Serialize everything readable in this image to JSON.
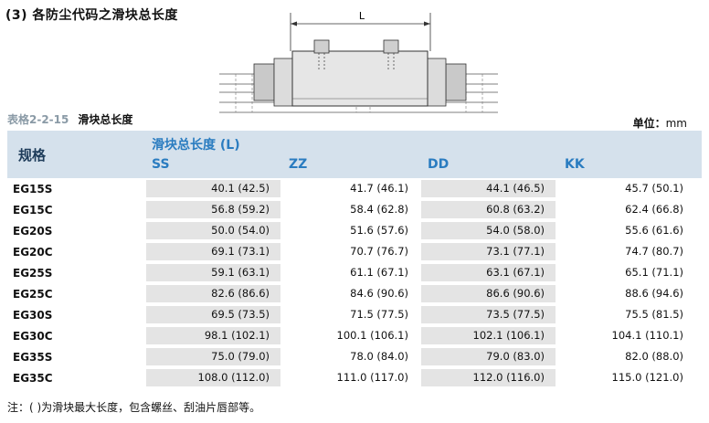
{
  "section_title": "(3) 各防尘代码之滑块总长度",
  "diagram": {
    "dimension_label": "L"
  },
  "table_caption": {
    "number": "表格2-2-15",
    "name": "滑块总长度"
  },
  "unit": {
    "label": "单位：",
    "value": "mm"
  },
  "table": {
    "spec_header": "规格",
    "group_header": "滑块总长度 (L)",
    "columns": [
      "SS",
      "ZZ",
      "DD",
      "KK"
    ],
    "rows": [
      {
        "model": "EG15S",
        "values": [
          "40.1 (42.5)",
          "41.7 (46.1)",
          "44.1 (46.5)",
          "45.7 (50.1)"
        ]
      },
      {
        "model": "EG15C",
        "values": [
          "56.8 (59.2)",
          "58.4 (62.8)",
          "60.8 (63.2)",
          "62.4 (66.8)"
        ]
      },
      {
        "model": "EG20S",
        "values": [
          "50.0 (54.0)",
          "51.6 (57.6)",
          "54.0 (58.0)",
          "55.6 (61.6)"
        ]
      },
      {
        "model": "EG20C",
        "values": [
          "69.1 (73.1)",
          "70.7 (76.7)",
          "73.1 (77.1)",
          "74.7 (80.7)"
        ]
      },
      {
        "model": "EG25S",
        "values": [
          "59.1 (63.1)",
          "61.1 (67.1)",
          "63.1 (67.1)",
          "65.1 (71.1)"
        ]
      },
      {
        "model": "EG25C",
        "values": [
          "82.6 (86.6)",
          "84.6 (90.6)",
          "86.6 (90.6)",
          "88.6 (94.6)"
        ]
      },
      {
        "model": "EG30S",
        "values": [
          "69.5 (73.5)",
          "71.5 (77.5)",
          "73.5 (77.5)",
          "75.5 (81.5)"
        ]
      },
      {
        "model": "EG30C",
        "values": [
          "98.1 (102.1)",
          "100.1 (106.1)",
          "102.1 (106.1)",
          "104.1 (110.1)"
        ]
      },
      {
        "model": "EG35S",
        "values": [
          "75.0 (79.0)",
          "78.0 (84.0)",
          "79.0 (83.0)",
          "82.0 (88.0)"
        ]
      },
      {
        "model": "EG35C",
        "values": [
          "108.0 (112.0)",
          "111.0 (117.0)",
          "112.0 (116.0)",
          "115.0 (121.0)"
        ]
      }
    ]
  },
  "note": "注：( )为滑块最大长度，包含螺丝、刮油片唇部等。"
}
